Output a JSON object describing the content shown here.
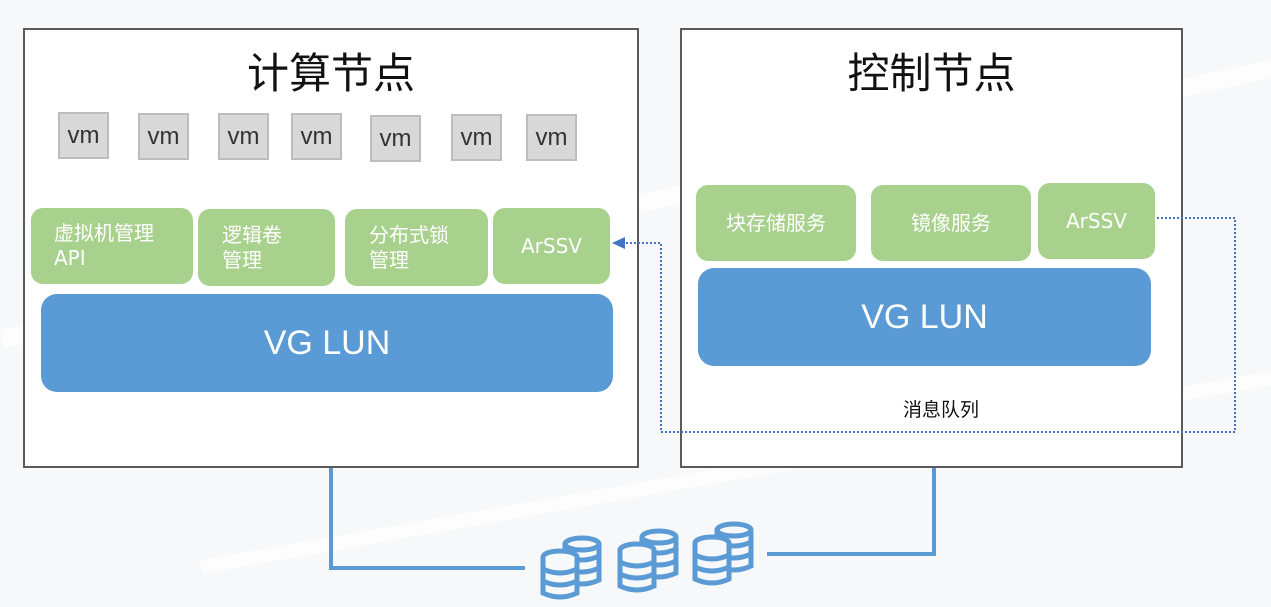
{
  "compute_node": {
    "title": "计算节点",
    "vms": [
      "vm",
      "vm",
      "vm",
      "vm",
      "vm",
      "vm",
      "vm"
    ],
    "services": [
      {
        "label": "虚拟机管理\nAPI"
      },
      {
        "label": "逻辑卷\n管理"
      },
      {
        "label": "分布式锁\n管理"
      },
      {
        "label": "ArSSV"
      }
    ],
    "lun_label": "VG LUN"
  },
  "control_node": {
    "title": "控制节点",
    "services": [
      {
        "label": "块存储服务"
      },
      {
        "label": "镜像服务"
      },
      {
        "label": "ArSSV"
      }
    ],
    "lun_label": "VG LUN",
    "message_queue_label": "消息队列"
  },
  "storage": {
    "icon": "database-cluster-icon",
    "count": 3
  },
  "colors": {
    "service_green": "#a9d18e",
    "lun_blue": "#5b9bd5",
    "vm_gray": "#d8d8d8",
    "border_gray": "#5a5a5a",
    "dotted_link": "#4472c4"
  }
}
